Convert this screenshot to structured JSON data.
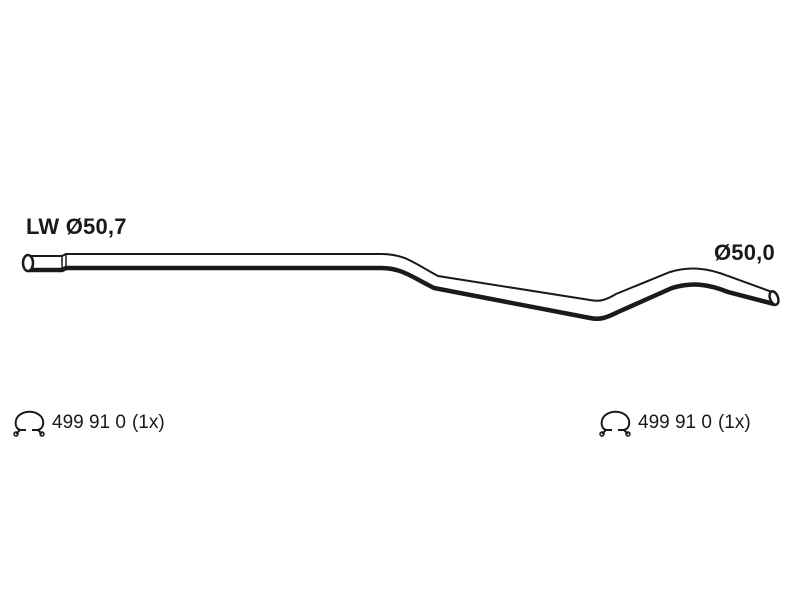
{
  "diagram": {
    "inlet": {
      "label": "LW Ø50,7"
    },
    "outlet": {
      "label": "Ø50,0"
    },
    "clamps": [
      {
        "icon": "pipe-clamp-icon",
        "part_number": "499 91 0",
        "quantity": "(1x)"
      },
      {
        "icon": "pipe-clamp-icon",
        "part_number": "499 91 0",
        "quantity": "(1x)"
      }
    ],
    "colors": {
      "line": "#1a1a1a",
      "background": "#ffffff"
    }
  }
}
